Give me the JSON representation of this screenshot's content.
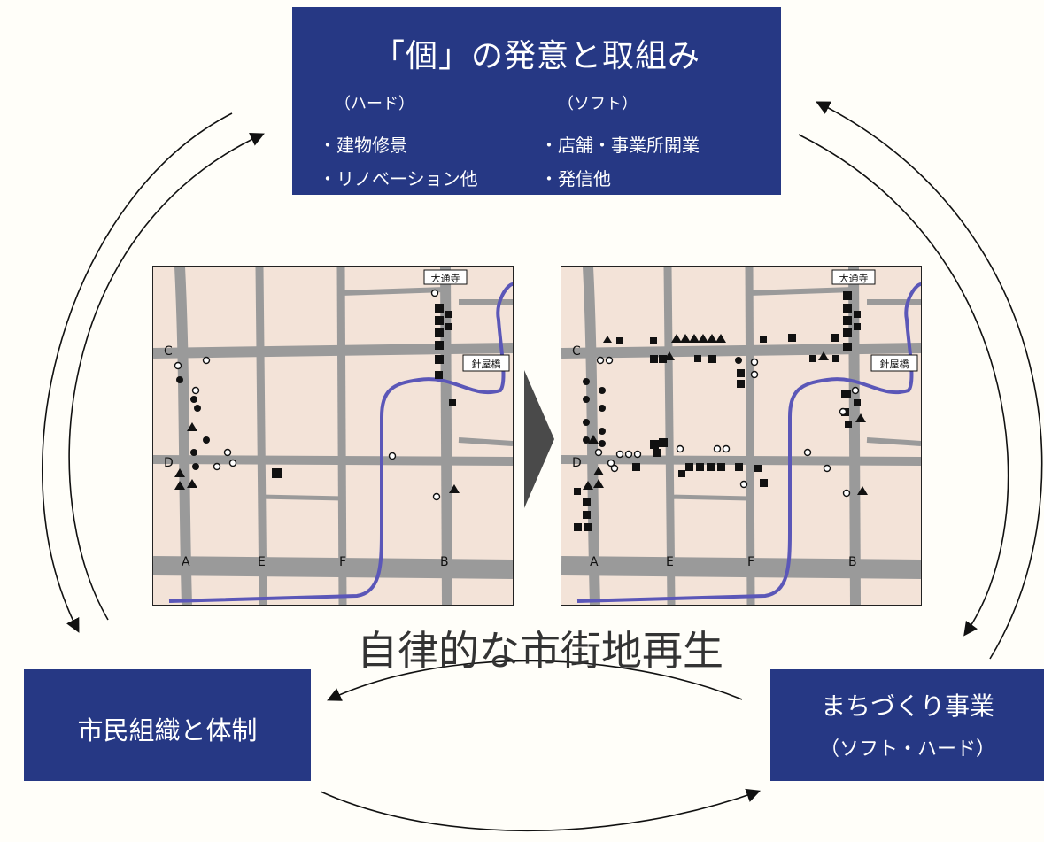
{
  "top": {
    "title": "「個」の発意と取組み",
    "hard_heading": "（ハード）",
    "soft_heading": "（ソフト）",
    "hard_items": [
      "・建物修景",
      "・リノベーション他"
    ],
    "soft_items": [
      "・店舗・事業所開業",
      "・発信他"
    ]
  },
  "center_caption": "自律的な市街地再生",
  "left_box": {
    "label": "市民組織と体制"
  },
  "right_box": {
    "line1": "まちづくり事業",
    "line2": "（ソフト・ハード）"
  },
  "maps": {
    "temple_label": "大通寺",
    "bridge_label": "針屋橋",
    "street_labels": [
      "A",
      "E",
      "F",
      "B",
      "C",
      "D"
    ]
  },
  "colors": {
    "box": "#263884",
    "river": "#5b57b8",
    "road": "#9a9a9a",
    "ground": "#f3e3d8"
  }
}
